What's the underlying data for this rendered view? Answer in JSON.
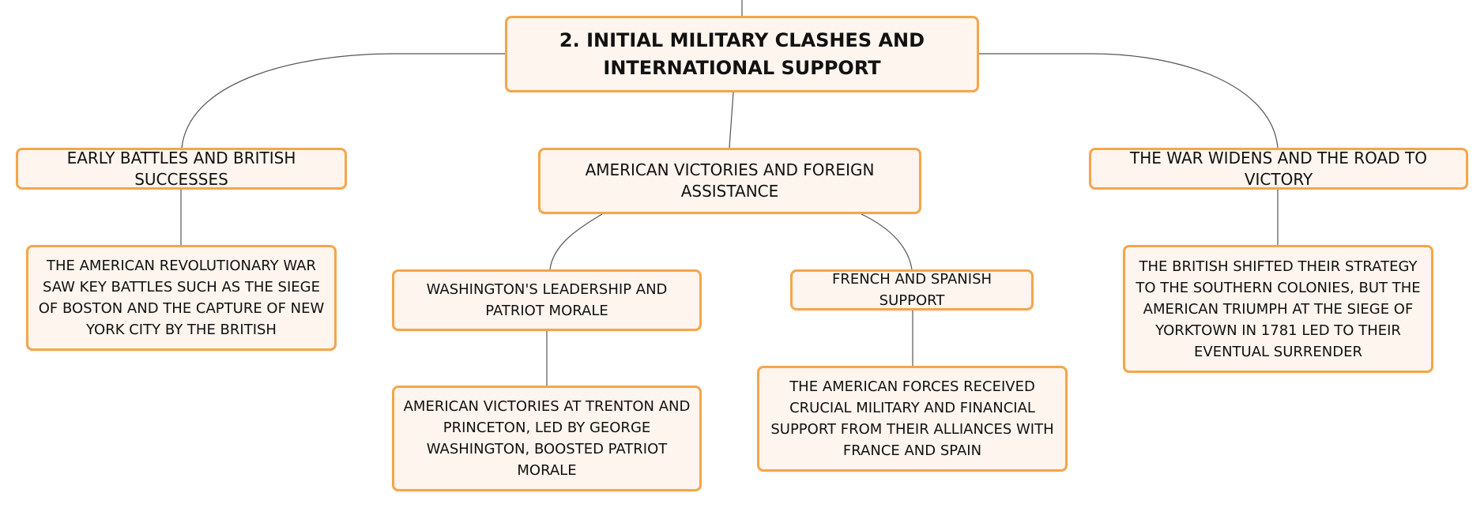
{
  "colors": {
    "node_fill": "#fef5ee",
    "node_border": "#f4a64a",
    "connector": "#555555",
    "text": "#111111"
  },
  "diagram": {
    "root": {
      "text": "2. INITIAL MILITARY CLASHES AND INTERNATIONAL SUPPORT"
    },
    "branches": {
      "early": {
        "title": "EARLY BATTLES AND BRITISH SUCCESSES",
        "detail": "THE AMERICAN REVOLUTIONARY WAR SAW KEY BATTLES SUCH AS THE SIEGE OF BOSTON AND THE CAPTURE OF NEW YORK CITY BY THE BRITISH"
      },
      "american": {
        "title": "AMERICAN VICTORIES AND FOREIGN ASSISTANCE",
        "washington": {
          "title": "WASHINGTON'S LEADERSHIP AND PATRIOT MORALE",
          "detail": "AMERICAN VICTORIES AT TRENTON AND PRINCETON, LED BY GEORGE WASHINGTON, BOOSTED PATRIOT MORALE"
        },
        "french": {
          "title": "FRENCH AND SPANISH SUPPORT",
          "detail": "THE AMERICAN FORCES RECEIVED CRUCIAL MILITARY AND FINANCIAL SUPPORT FROM THEIR ALLIANCES WITH FRANCE AND SPAIN"
        }
      },
      "widens": {
        "title": "THE WAR WIDENS AND THE ROAD TO VICTORY",
        "detail": "THE BRITISH SHIFTED THEIR STRATEGY TO THE SOUTHERN COLONIES, BUT THE AMERICAN TRIUMPH AT THE SIEGE OF YORKTOWN IN 1781 LED TO THEIR EVENTUAL SURRENDER"
      }
    }
  }
}
